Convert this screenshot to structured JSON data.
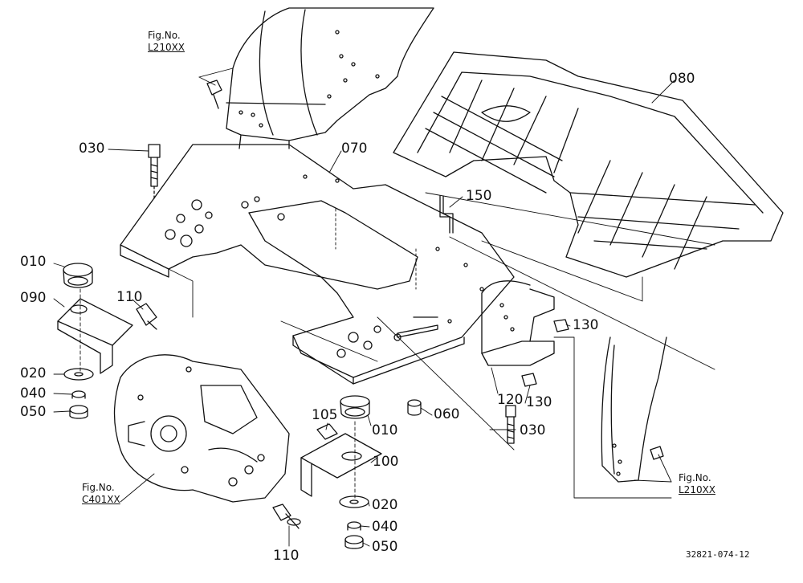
{
  "drawing_number": "32821-074-12",
  "figure_refs": [
    {
      "id": "fig-ref-top",
      "line1": "Fig.No.",
      "line2": "L210XX"
    },
    {
      "id": "fig-ref-right",
      "line1": "Fig.No.",
      "line2": "L210XX"
    },
    {
      "id": "fig-ref-left",
      "line1": "Fig.No.",
      "line2": "C401XX"
    }
  ],
  "part_labels": {
    "p010a": "010",
    "p010b": "010",
    "p020a": "020",
    "p020b": "020",
    "p030a": "030",
    "p030b": "030",
    "p040a": "040",
    "p040b": "040",
    "p050a": "050",
    "p050b": "050",
    "p060": "060",
    "p070": "070",
    "p080": "080",
    "p090": "090",
    "p100": "100",
    "p105": "105",
    "p110a": "110",
    "p110b": "110",
    "p120": "120",
    "p130a": "130",
    "p130b": "130",
    "p150": "150"
  }
}
